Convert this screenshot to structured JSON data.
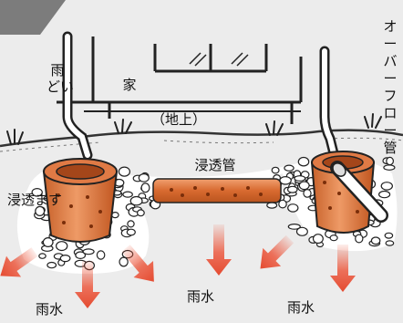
{
  "labels": {
    "rain_gutter_line1": "雨",
    "rain_gutter_line2": "どい",
    "house": "家",
    "ground": "（地上）",
    "infiltration_pipe": "浸透管",
    "infiltration_basin": "浸透ます",
    "overflow_pipe_chars": [
      "オ",
      "ー",
      "バ",
      "ー",
      "フ",
      "ロ",
      "ー",
      "管"
    ],
    "rainwater_left": "雨水",
    "rainwater_center": "雨水",
    "rainwater_right": "雨水"
  },
  "colors": {
    "background": "#ececec",
    "corner_tab": "#7c7c7c",
    "basin": "#e07a45",
    "basin_dark": "#b5531f",
    "arrow": "#ec5a40",
    "gravel_fill": "#ffffff",
    "outline": "#222222"
  },
  "icons": [
    "corner-tab-icon",
    "grass-tuft-icon",
    "gravel-stone-icon",
    "downward-arrow-icon"
  ]
}
